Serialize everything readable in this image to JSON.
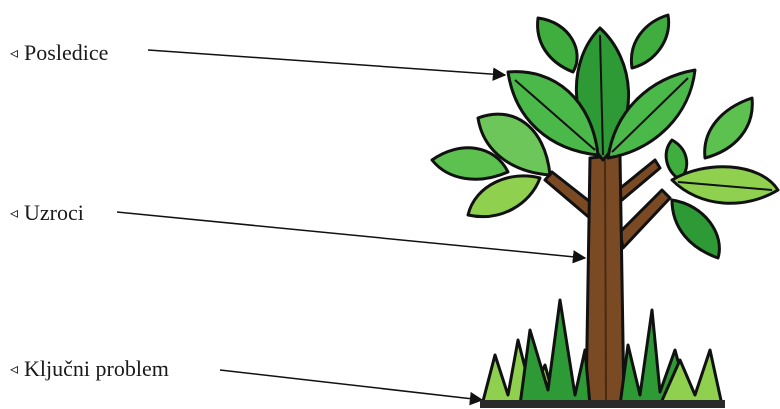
{
  "labels": [
    {
      "id": "consequences",
      "marker": "◃",
      "text": "Posledice"
    },
    {
      "id": "causes",
      "marker": "◃",
      "text": "Uzroci"
    },
    {
      "id": "key_problem",
      "marker": "◃",
      "text": "Ključni problem"
    }
  ],
  "colors": {
    "leaf_dark": "#1f8a3a",
    "leaf_light": "#5cc14f",
    "trunk": "#7a4a24",
    "grass_dark": "#2e9a35",
    "grass_light": "#8fd14f",
    "outline": "#111111"
  }
}
